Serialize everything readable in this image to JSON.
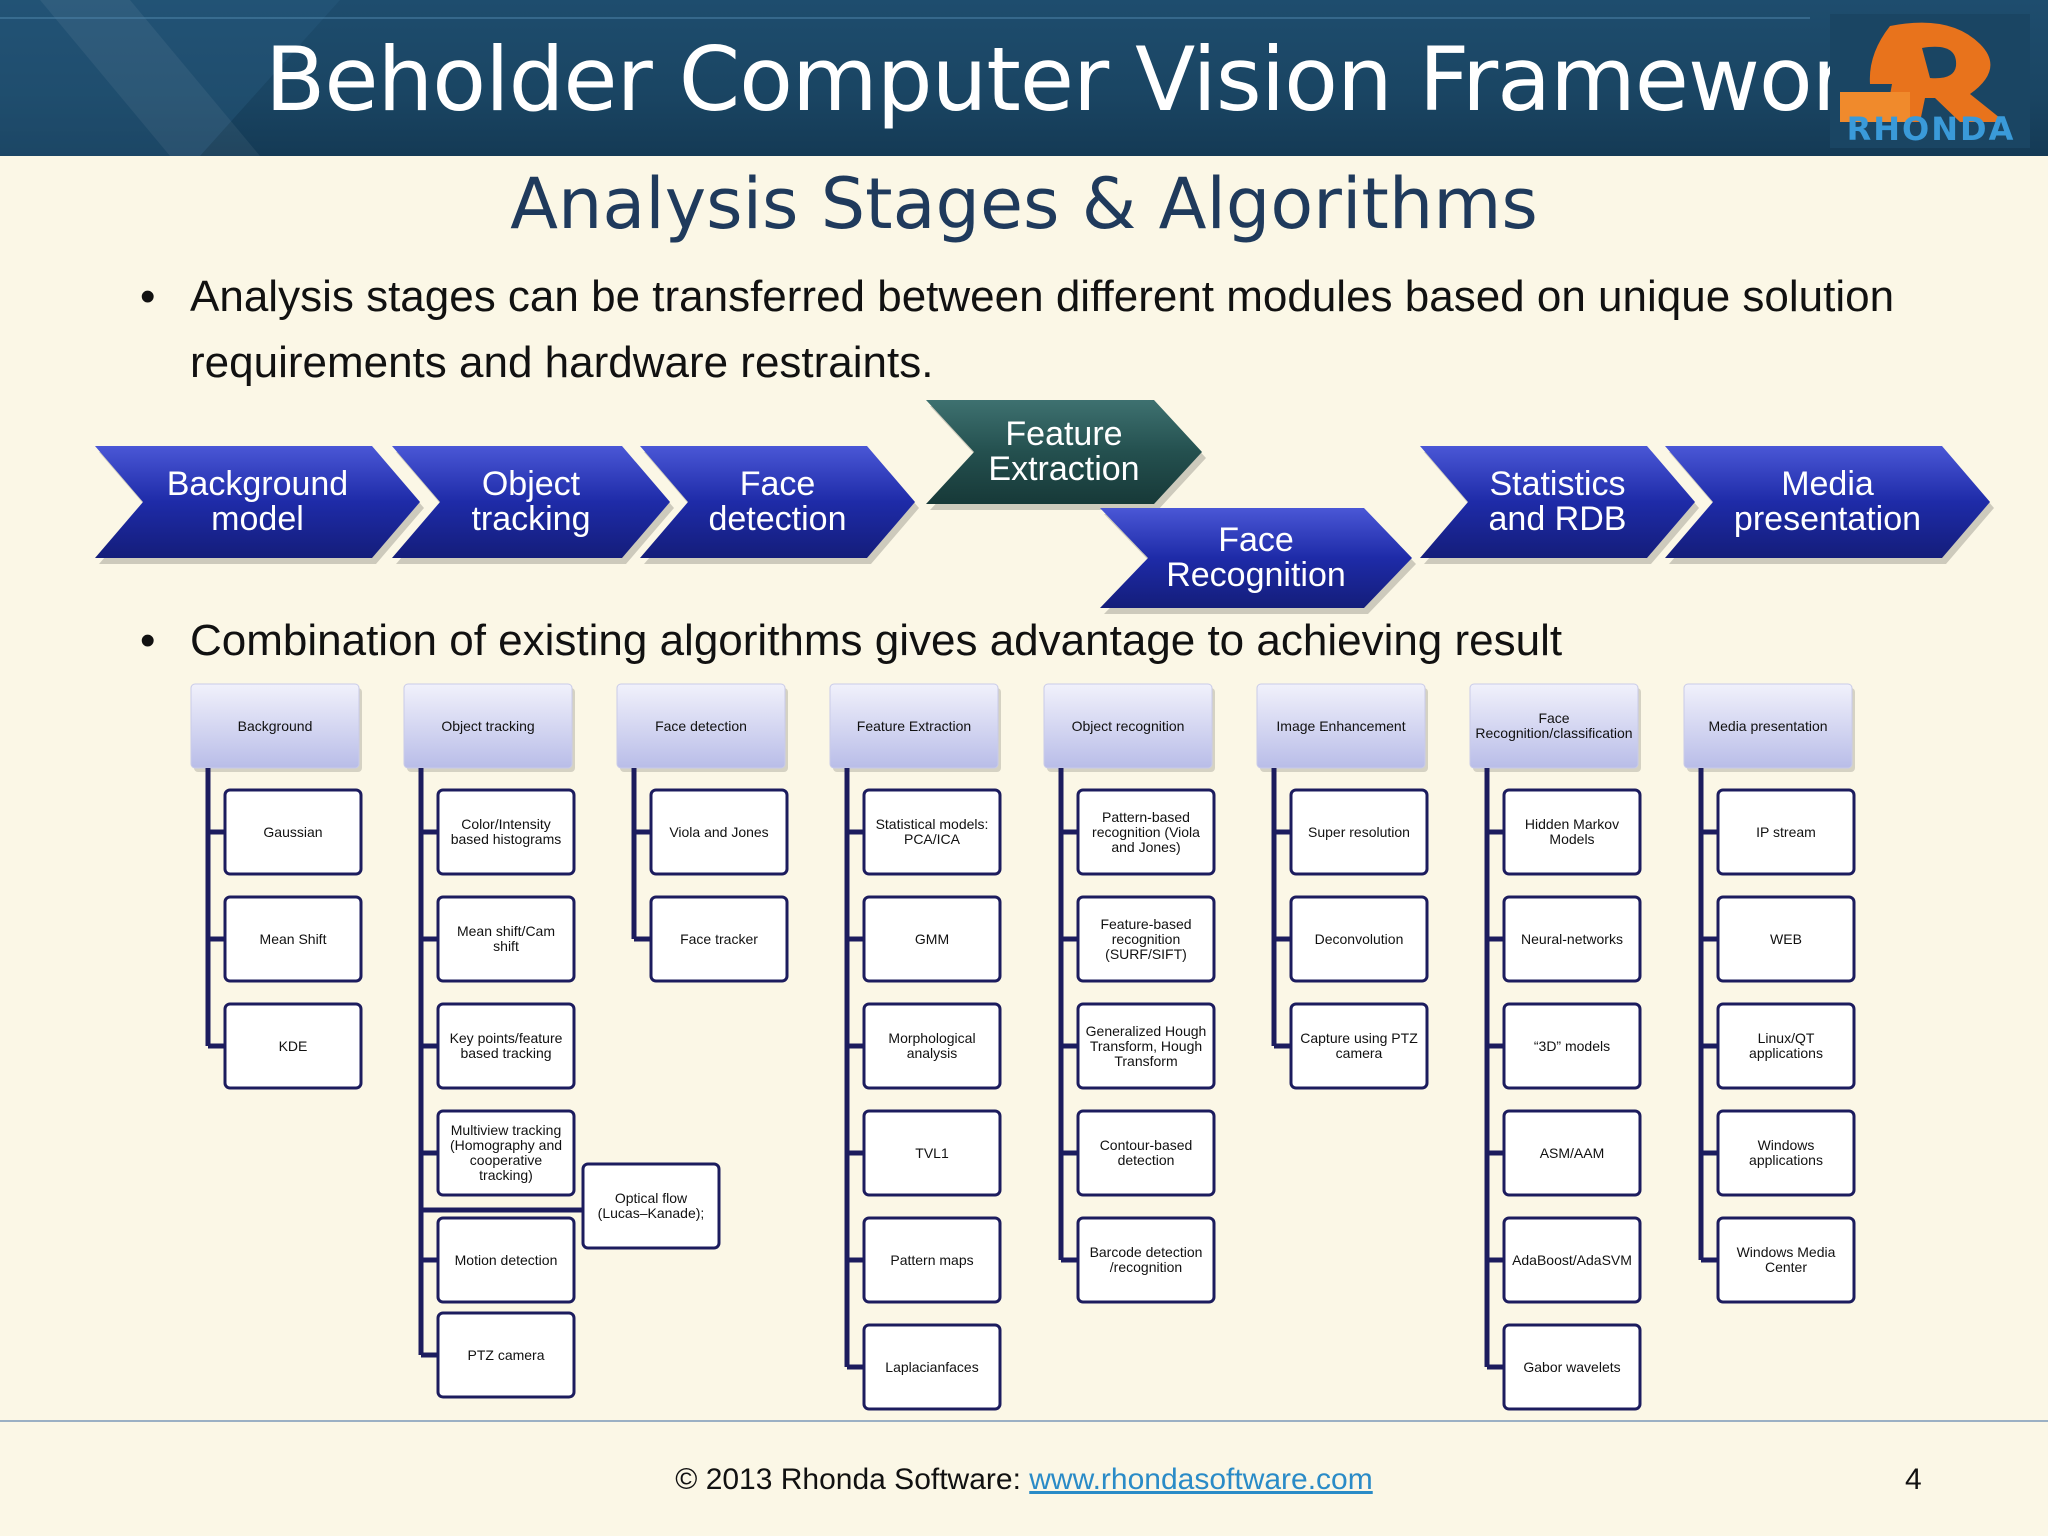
{
  "header": {
    "title": "Beholder Computer Vision Framework",
    "logo_text": "RHONDA",
    "brand_colors": {
      "orange": "#e8731c",
      "blue": "#3a9ad9"
    }
  },
  "subtitle": "Analysis Stages & Algorithms",
  "bullets": [
    {
      "marker": "•",
      "text": "Analysis stages can be transferred between different modules based on unique solution requirements and hardware restraints."
    },
    {
      "marker": "•",
      "text": "Combination of existing algorithms gives advantage to achieving result"
    }
  ],
  "pipeline": [
    {
      "label": "Background\nmodel",
      "color": "#1e2ba8"
    },
    {
      "label": "Object\ntracking",
      "color": "#1e2ba8"
    },
    {
      "label": "Face\ndetection",
      "color": "#1e2ba8"
    },
    {
      "label": "Feature\nExtraction",
      "color": "#24504f"
    },
    {
      "label": "Face\nRecognition",
      "color": "#1e2ba8"
    },
    {
      "label": "Statistics\nand RDB",
      "color": "#1e2ba8"
    },
    {
      "label": "Media\npresentation",
      "color": "#1e2ba8"
    }
  ],
  "categories": [
    {
      "title": "Background",
      "items": [
        "Gaussian",
        "Mean Shift",
        "KDE"
      ]
    },
    {
      "title": "Object tracking",
      "items": [
        "Color/Intensity based histograms",
        "Mean shift/Cam shift",
        "Key points/feature based tracking",
        "Multiview tracking (Homography and cooperative tracking)",
        "Motion detection",
        "PTZ camera"
      ],
      "extra": "Optical flow (Lucas–Kanade);"
    },
    {
      "title": "Face detection",
      "items": [
        "Viola and Jones",
        "Face tracker"
      ]
    },
    {
      "title": "Feature Extraction",
      "items": [
        "Statistical models: PCA/ICA",
        "GMM",
        "Morphological analysis",
        "TVL1",
        "Pattern maps",
        "Laplacianfaces"
      ]
    },
    {
      "title": "Object recognition",
      "items": [
        "Pattern-based recognition (Viola and Jones)",
        "Feature-based recognition (SURF/SIFT)",
        "Generalized Hough Transform, Hough Transform",
        "Contour-based detection",
        "Barcode detection /recognition"
      ]
    },
    {
      "title": "Image Enhancement",
      "items": [
        "Super resolution",
        "Deconvolution",
        "Capture using PTZ camera"
      ]
    },
    {
      "title": "Face Recognition/classification",
      "items": [
        "Hidden Markov Models",
        "Neural-networks",
        "“3D” models",
        "ASM/AAM",
        "AdaBoost/AdaSVM",
        "Gabor wavelets"
      ]
    },
    {
      "title": "Media presentation",
      "items": [
        "IP stream",
        "WEB",
        "Linux/QT applications",
        "Windows applications",
        "Windows Media Center"
      ]
    }
  ],
  "footer": {
    "copyright": "© 2013 Rhonda Software: ",
    "link": "www.rhondasoftware.com",
    "page": "4"
  }
}
